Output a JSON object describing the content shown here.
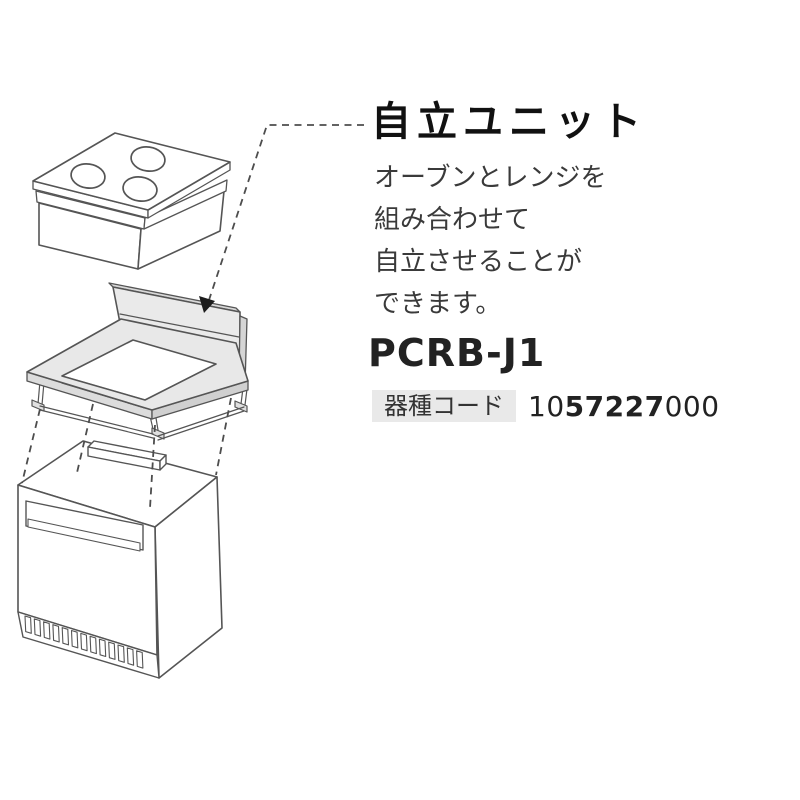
{
  "callout": {
    "title": "自立ユニット",
    "description_lines": [
      "オーブンとレンジを",
      "組み合わせて",
      "自立させることが",
      "できます。"
    ]
  },
  "product": {
    "model": "PCRB-J1",
    "code_label": "器種コード",
    "code": {
      "prefix": "10",
      "bold": "57227",
      "suffix": "000"
    }
  },
  "diagram": {
    "parts": [
      {
        "id": "cooktop",
        "description": "three-burner drop-in cooktop (top of exploded view)"
      },
      {
        "id": "stand-frame",
        "description": "self-standing frame unit with back panel, indicated by dashed leader arrow"
      },
      {
        "id": "oven",
        "description": "built-in oven cabinet with handle bar, front vent slot and bottom grille"
      }
    ],
    "annotations": {
      "leader_arrow_target": "stand-frame back panel",
      "dashed_alignment_lines": 4
    }
  },
  "colors": {
    "line": "#555555",
    "frame_fill": "#e8e8e8",
    "frame_side_fill": "#d6d6d6",
    "arrowhead": "#1c1c1c",
    "code_label_bg": "#e9e9e9",
    "background": "#ffffff"
  }
}
